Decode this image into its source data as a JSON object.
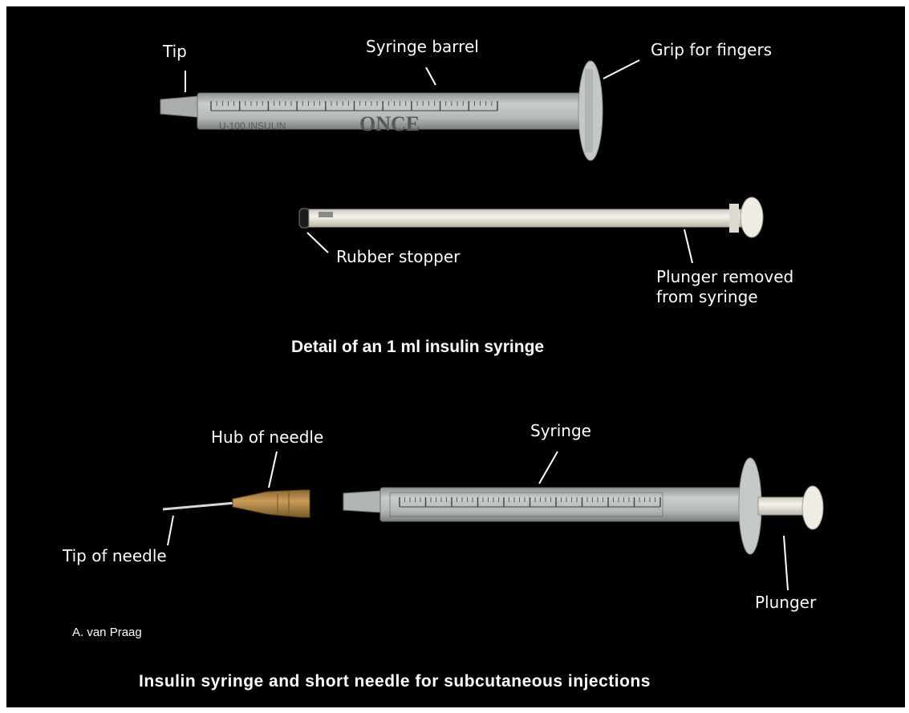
{
  "labels": {
    "tip": "Tip",
    "syringe_barrel": "Syringe barrel",
    "grip": "Grip for fingers",
    "rubber_stopper": "Rubber stopper",
    "plunger_removed": "Plunger removed\nfrom syringe",
    "hub_of_needle": "Hub of needle",
    "syringe": "Syringe",
    "tip_of_needle": "Tip of needle",
    "plunger": "Plunger"
  },
  "titles": {
    "top": "Detail of an 1 ml insulin syringe",
    "bottom": "Insulin syringe and short needle for subcutaneous injections"
  },
  "credit": "A. van Praag",
  "barrel_print": {
    "brand": "ONCE",
    "units": "U-100 INSULIN"
  },
  "colors": {
    "background": "#000000",
    "text": "#ffffff",
    "barrel": "#b9bdbb",
    "plunger": "#ece9df",
    "hub": "#b58a4c"
  }
}
